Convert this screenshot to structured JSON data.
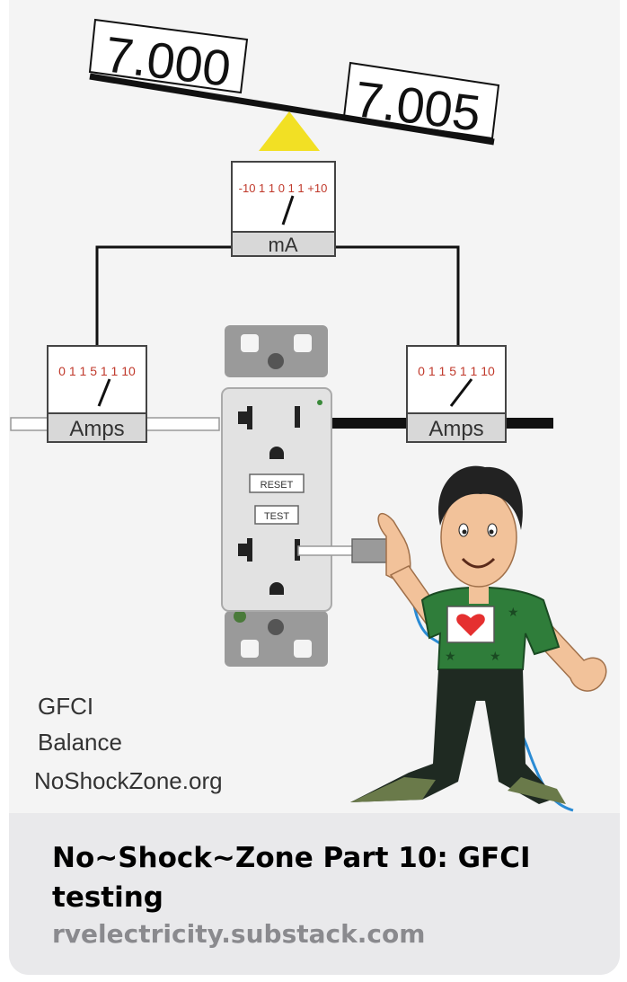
{
  "illustration": {
    "scale_left_value": "7.000",
    "scale_right_value": "7.005",
    "center_meter_scale": "-10 1 1 0 1 1 +10",
    "center_meter_unit": "mA",
    "left_meter_scale": "0 1 1 5 1 1 10",
    "left_meter_unit": "Amps",
    "right_meter_scale": "0 1 1 5 1 1 10",
    "right_meter_unit": "Amps",
    "reset_label": "RESET",
    "test_label": "TEST",
    "gfci_line1": "GFCI",
    "gfci_line2": "Balance",
    "site_label": "NoShockZone.org",
    "accent_yellow": "#f2e024",
    "shirt_green": "#2f7d3a",
    "heart_red": "#e53030"
  },
  "link_preview": {
    "title": "No~Shock~Zone Part 10: GFCI testing",
    "domain": "rvelectricity.substack.com"
  }
}
